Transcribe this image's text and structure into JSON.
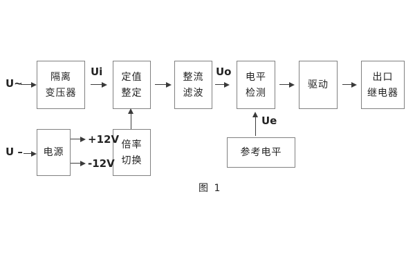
{
  "figure": {
    "caption": "图 1",
    "inputs": {
      "ac": "U~",
      "dc": "U –"
    },
    "signals": {
      "ui": "Ui",
      "uo": "Uo",
      "ue": "Ue"
    },
    "power_rails": {
      "pos": "+12V",
      "neg": "-12V"
    },
    "boxes": {
      "isolation_transformer": {
        "line1": "隔离",
        "line2": "变压器"
      },
      "setpoint_adjust": {
        "line1": "定值",
        "line2": "整定"
      },
      "rectifier_filter": {
        "line1": "整流",
        "line2": "滤波"
      },
      "level_detect": {
        "line1": "电平",
        "line2": "检测"
      },
      "drive": {
        "line1": "驱动"
      },
      "output_relay": {
        "line1": "出口",
        "line2": "继电器"
      },
      "power_supply": {
        "line1": "电源"
      },
      "ratio_switch": {
        "line1": "倍率",
        "line2": "切换"
      },
      "reference_level": {
        "line1": "参考电平"
      }
    },
    "colors": {
      "background": "#ffffff",
      "box_border": "#7f7f7f",
      "line": "#3a3a3a",
      "text": "#232323"
    }
  }
}
